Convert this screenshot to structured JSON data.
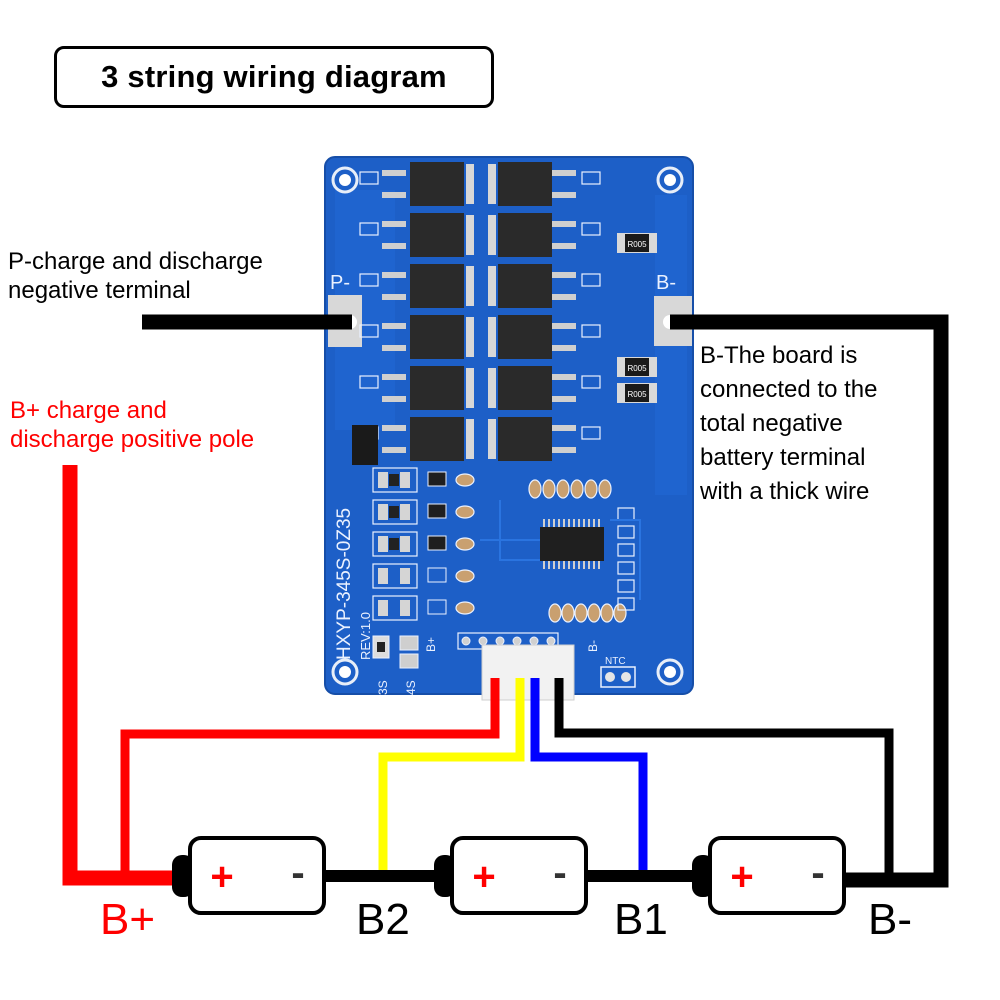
{
  "title": "3 string wiring diagram",
  "annotations": {
    "p_terminal": [
      "P-charge and discharge",
      "negative terminal"
    ],
    "b_plus": [
      "B+ charge and",
      "discharge positive pole"
    ],
    "b_minus": [
      "B-The board is",
      "connected to the",
      "total negative",
      "battery terminal",
      "with a thick wire"
    ]
  },
  "board": {
    "model_marking": "HXYP-345S-0Z35",
    "revision_marking": "REV:1.0",
    "pad_labels": {
      "p_minus": "P-",
      "b_minus": "B-"
    },
    "silkscreen": {
      "b_plus": "B+",
      "b_minus": "B-",
      "ntc": "NTC",
      "mode_3s": "3S",
      "mode_4s": "4S"
    },
    "shunt_resistors": [
      "R005",
      "R005",
      "R005"
    ],
    "mosfet_count": 12,
    "connector_wires": [
      {
        "name": "B+",
        "color": "#ff0000"
      },
      {
        "name": "B2",
        "color": "#ffff00"
      },
      {
        "name": "B1",
        "color": "#0000ff"
      },
      {
        "name": "B-",
        "color": "#000000"
      }
    ]
  },
  "cells": [
    {
      "positive": "+",
      "negative": "-"
    },
    {
      "positive": "+",
      "negative": "-"
    },
    {
      "positive": "+",
      "negative": "-"
    }
  ],
  "terminals": {
    "b_plus": "B+",
    "b2": "B2",
    "b1": "B1",
    "b_minus": "B-"
  },
  "colors": {
    "pcb_blue": "#1d5fc7",
    "red_wire": "#ff0000",
    "yellow_wire": "#ffff00",
    "blue_wire": "#0000ff",
    "black_wire": "#000000",
    "plus_sign": "#ff0000"
  }
}
